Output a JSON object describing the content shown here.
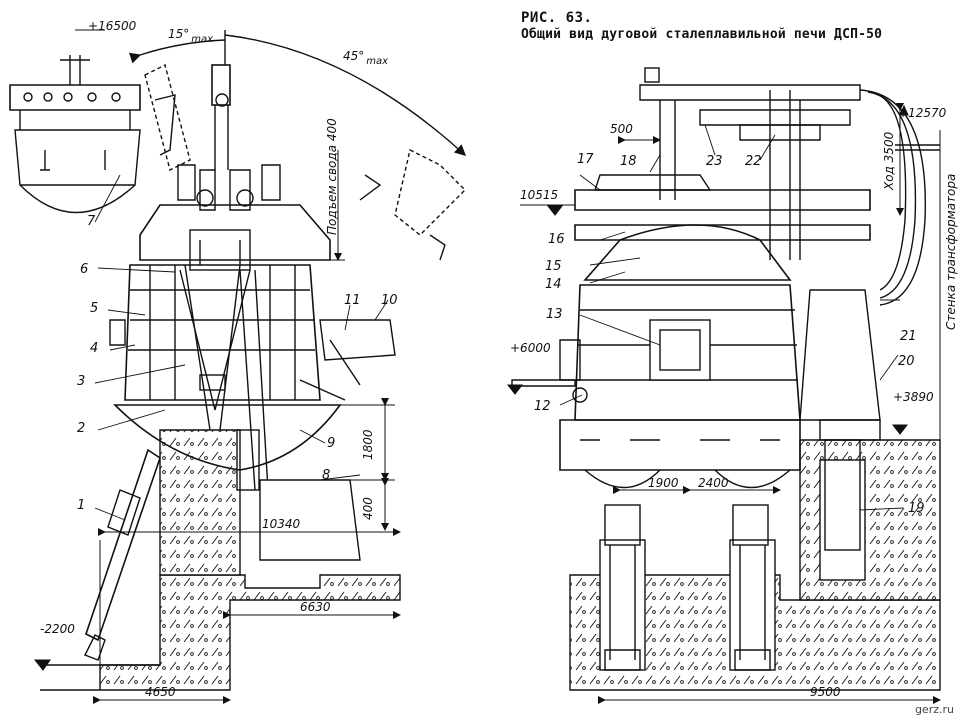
{
  "figure": {
    "caption_number": "РИС. 63.",
    "caption_title": "Общий вид дуговой сталеплавильной печи ДСП-50",
    "watermark": "gerz.ru"
  },
  "angles": {
    "tilt": "15°",
    "tilt_sub": "max",
    "roof": "45°",
    "roof_sub": "max"
  },
  "rotated_labels": {
    "roof_lift": "Подъем свода 400",
    "electrode_stroke": "Ход 3500",
    "transformer_wall": "Стенка трансформатора"
  },
  "left_view": {
    "part_numbers": [
      "1",
      "2",
      "3",
      "4",
      "5",
      "6",
      "7",
      "8",
      "9",
      "10",
      "11"
    ],
    "elevations": [
      "+16500",
      "-2200"
    ],
    "dimensions": [
      "10340",
      "6630",
      "4650",
      "1800",
      "400"
    ]
  },
  "right_view": {
    "part_numbers": [
      "12",
      "13",
      "14",
      "15",
      "16",
      "17",
      "18",
      "19",
      "20",
      "21",
      "22",
      "23"
    ],
    "elevations": [
      "10515",
      "+6000",
      "+12570",
      "+3890"
    ],
    "dimensions": [
      "500",
      "1900",
      "2400",
      "9500"
    ]
  }
}
